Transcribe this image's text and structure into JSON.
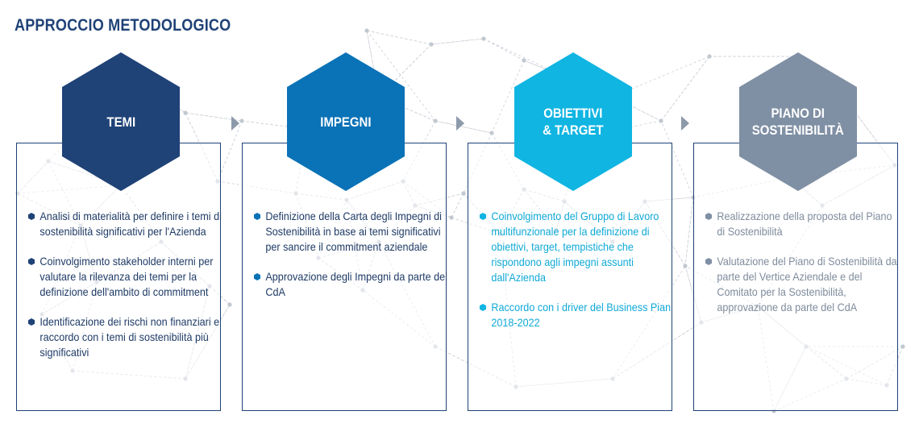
{
  "title": "APPROCCIO METODOLOGICO",
  "steps": [
    {
      "label": "TEMI",
      "color": "#1f4277",
      "text_color": "#1f3b66",
      "items": [
        "Analisi di materialità per definire i temi di sostenibilità significativi per l'Azienda",
        "Coinvolgimento stakeholder interni per valutare la rilevanza dei temi per la definizione dell'ambito di commitment",
        "Identificazione dei rischi non finanziari e raccordo con i temi di sostenibilità più significativi"
      ]
    },
    {
      "label": "IMPEGNI",
      "color": "#0a72b6",
      "text_color": "#1f3b66",
      "items": [
        "Definizione della Carta degli Impegni di Sostenibilità in base ai temi significativi per sancire il commitment aziendale",
        "Approvazione degli Impegni da parte del CdA"
      ]
    },
    {
      "label": "OBIETTIVI\n& TARGET",
      "color": "#10b5e2",
      "text_color": "#0fa9d6",
      "items": [
        "Coinvolgimento del Gruppo di Lavoro multifunzionale per la definizione di obiettivi, target, tempistiche che rispondono agli impegni assunti dall'Azienda",
        "Raccordo con i driver del Business Pian 2018-2022"
      ]
    },
    {
      "label": "PIANO DI\nSOSTENIBILITÀ",
      "color": "#7f8fa4",
      "text_color": "#7f8c9c",
      "items": [
        "Realizzazione della proposta del Piano di Sostenibilità",
        "Valutazione del Piano di Sostenibilità da parte del Vertice Aziendale e del Comitato per la Sostenibilità, approvazione da parte del CdA"
      ]
    }
  ]
}
